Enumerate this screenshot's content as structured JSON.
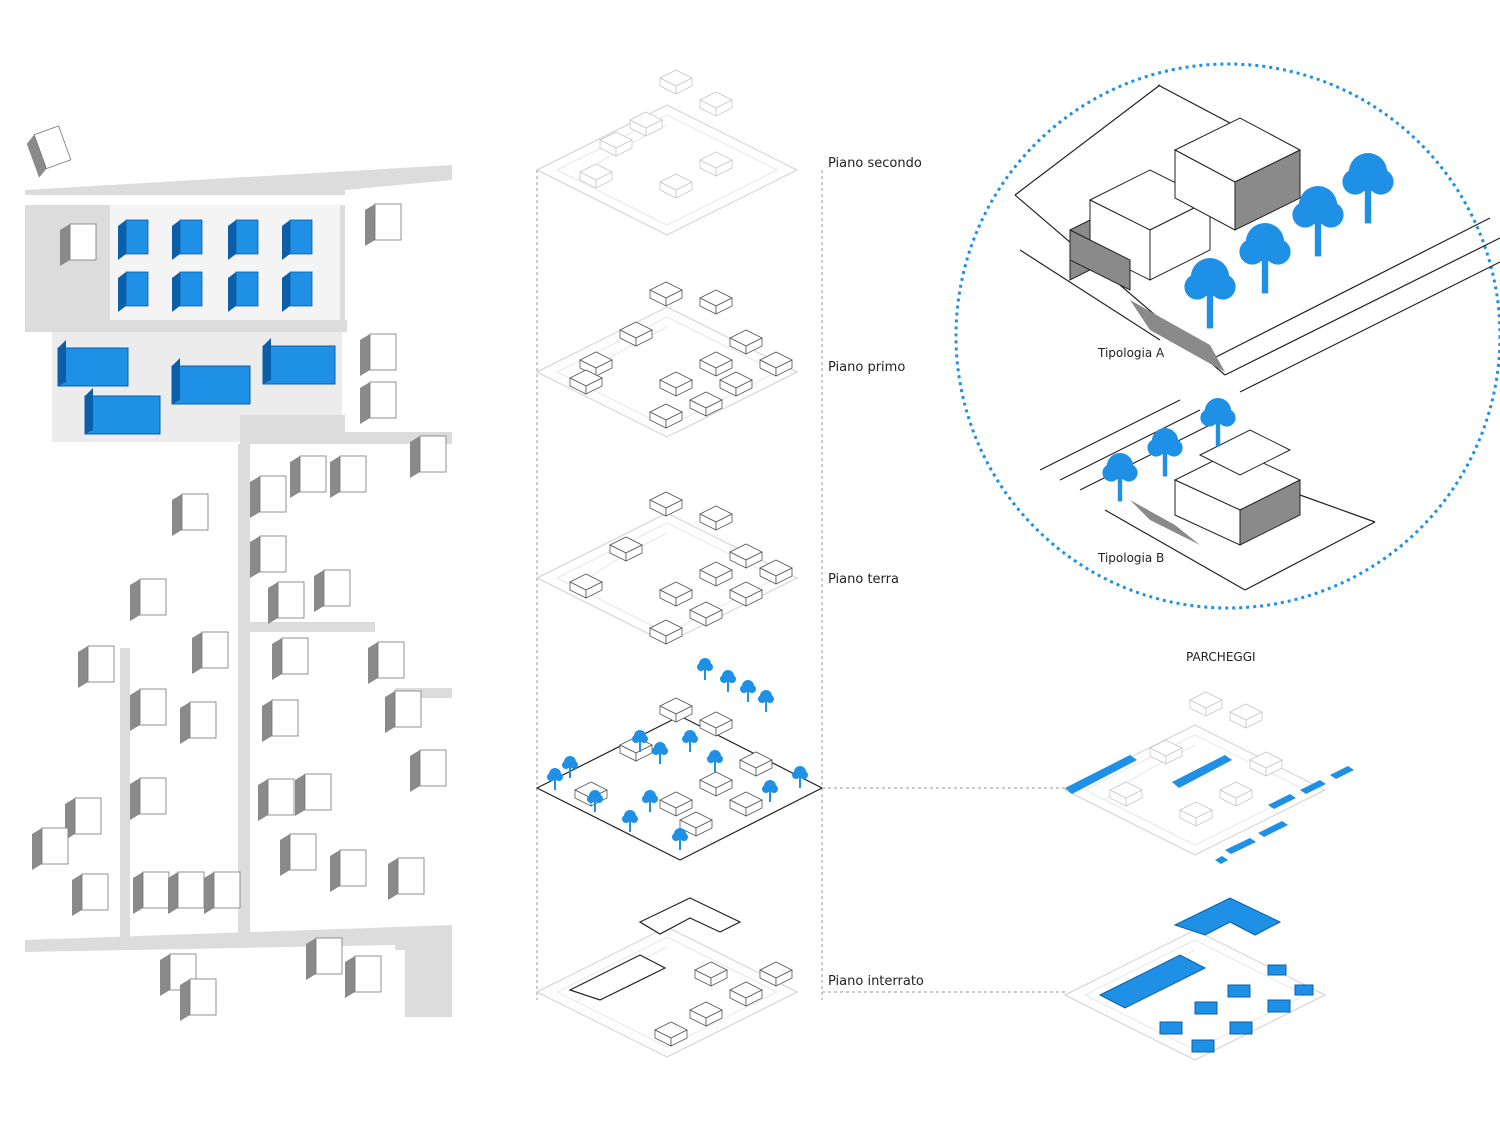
{
  "colors": {
    "accent_blue": "#1e90e6",
    "road_gray": "#dcdcdc",
    "building_gray": "#8a8a8a",
    "line_gray": "#b0b0b0"
  },
  "layers": [
    {
      "id": "second",
      "label": "Piano secondo"
    },
    {
      "id": "first",
      "label": "Piano primo"
    },
    {
      "id": "ground",
      "label": "Piano terra"
    },
    {
      "id": "basement",
      "label": "Piano interrato"
    }
  ],
  "parking": {
    "title": "PARCHEGGI"
  },
  "typologies": [
    {
      "id": "a",
      "label": "Tipologia A"
    },
    {
      "id": "b",
      "label": "Tipologia B"
    }
  ]
}
